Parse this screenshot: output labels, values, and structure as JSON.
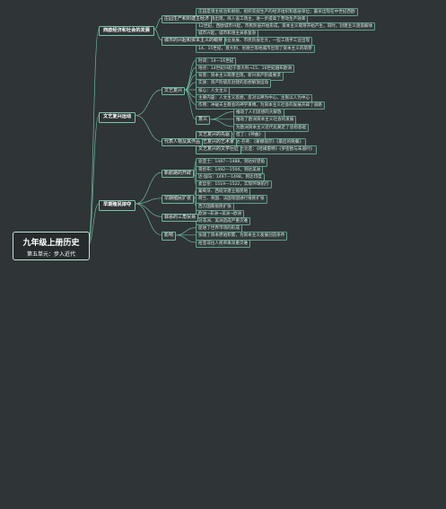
{
  "root": {
    "title": "九年级上册历史",
    "subtitle": "第五单元：步入近代"
  },
  "branches": [
    {
      "label": "西欧经济和社会的发展",
      "children": [
        {
          "label": "庄园生产和封建主经济",
          "children": [
            "庄园是领主统治和剥削，组织农奴生产的经济组织和基层单位；最早出现在中世纪西欧",
            "手工工场出现，商人设工场主，进一步提高了劳动生产效率",
            "12世纪，西欧城市兴起，市民阶层开始形成，资本主义萌芽开始产生，同时，封建主义逐渐解体"
          ]
        },
        {
          "label": "城市的兴起和资本主义的萌芽",
          "children": [
            "城市兴起，城市和领主关系复杂",
            "城市手工业和商业发展，市民阶层壮大，一些工场手工业出现",
            "14、15世纪，意大利、尼德兰等地城市出现了资本主义的萌芽"
          ]
        }
      ]
    },
    {
      "label": "文艺复兴运动",
      "children": [
        {
          "label": "文艺复兴",
          "children": [
            "时间：14—16世纪",
            "地点：14世纪兴起于意大利→15、16世纪遍布欧洲",
            "背景：资本主义萌芽出现，新兴资产阶级要求",
            "实质：资产阶级反封建的思想解放运动",
            "核心：人文主义",
            "主要内容：人文主义思想，反对以神为中心，主张以人为中心",
            "作用：冲破天主教会的神学束缚，为资本主义社会的发展开辟了道路",
            {
              "label": "意义",
              "children": [
                "推动了人们思想的大解放",
                "推动了欧洲资本主义社会的发展",
                "为欧洲资本主义近代化奠定了思想基础"
              ]
            }
          ]
        },
        {
          "label": "代表人物及其作品",
          "children": [
            {
              "label": "文艺复兴的先驱",
              "children": [
                "但丁：《神曲》"
              ]
            },
            {
              "label": "文艺复兴的艺术家",
              "children": [
                "达·芬奇：《蒙娜丽莎》《最后的晚餐》"
              ]
            },
            {
              "label": "文艺复兴的文学巨匠",
              "children": [
                "莎士比亚：《哈姆雷特》《罗密欧与朱丽叶》"
              ]
            }
          ]
        }
      ]
    },
    {
      "label": "早期殖民掠夺",
      "children": [
        {
          "label": "新航路的开辟",
          "children": [
            "迪亚士：1487—1488，到达好望角",
            "哥伦布：1492—1504，到达美洲",
            "达·伽马：1497—1498，到达印度",
            "麦哲伦：1519—1522，实现环球航行"
          ]
        },
        {
          "label": "早期殖民扩张",
          "children": [
            "葡萄牙、西班牙建立殖民地",
            "荷兰、英国、法国等国进行殖民扩张",
            "西方国家殖民扩张"
          ]
        },
        {
          "label": "罪恶的三角贸易",
          "children": [
            "欧洲→非洲→美洲→欧洲",
            "对非洲、美洲造成严重灾难"
          ]
        },
        {
          "label": "影响",
          "children": [
            "促进了世界市场的形成",
            "加速了资本原始积累，为资本主义发展创造条件",
            "给亚非拉人民带来深重灾难"
          ]
        }
      ]
    }
  ]
}
